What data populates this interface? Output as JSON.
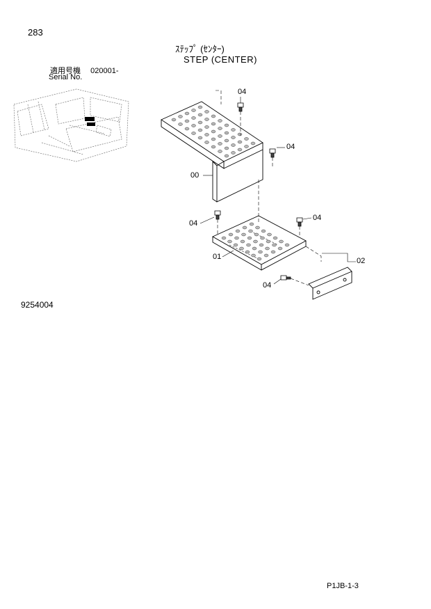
{
  "page": {
    "page_number": "283",
    "title_jp": "ｽﾃｯﾌﾟ (ｾﾝﾀｰ)",
    "title_en": "STEP (CENTER)",
    "serial_label_jp": "適用号機",
    "serial_value": "020001-",
    "serial_label_en": "Serial No.",
    "figure_number": "9254004",
    "sheet_ref": "P1JB-1-3"
  },
  "callouts": [
    {
      "label": "04"
    },
    {
      "label": "04"
    },
    {
      "label": "00"
    },
    {
      "label": "04"
    },
    {
      "label": "04"
    },
    {
      "label": "01"
    },
    {
      "label": "02"
    },
    {
      "label": "04"
    }
  ]
}
